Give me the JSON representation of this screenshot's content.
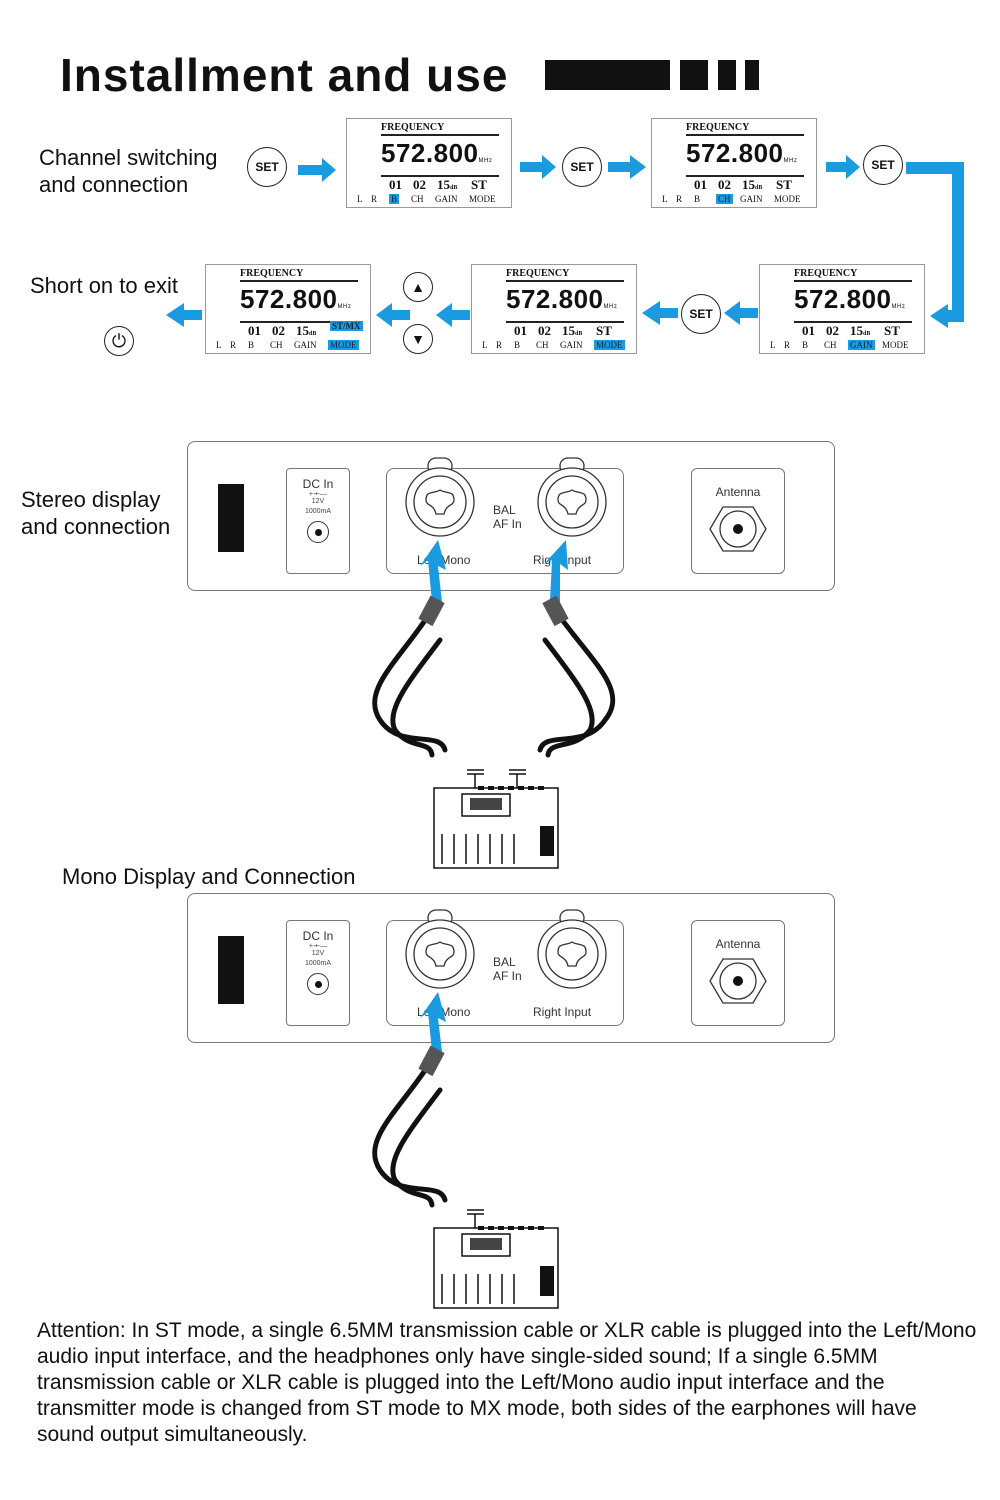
{
  "header": {
    "title": "Installment and use"
  },
  "flow": {
    "channel_label_1": "Channel switching",
    "channel_label_2": "and connection",
    "exit_label": "Short on to exit",
    "set_label": "SET",
    "up_icon": "▲",
    "down_icon": "▼",
    "power_icon": "⏻",
    "screens": [
      {
        "freq_label": "FREQUENCY",
        "freq": "572.800",
        "unit": "MHz",
        "v1": "01",
        "v2": "02",
        "v3": "15",
        "v3_unit": "dB",
        "v4": "ST",
        "k_l": "L",
        "k_r": "R",
        "k_b": "B",
        "k_ch": "CH",
        "k_gain": "GAIN",
        "k_mode": "MODE",
        "highlight": "B"
      },
      {
        "freq_label": "FREQUENCY",
        "freq": "572.800",
        "unit": "MHz",
        "v1": "01",
        "v2": "02",
        "v3": "15",
        "v3_unit": "dB",
        "v4": "ST",
        "k_l": "L",
        "k_r": "R",
        "k_b": "B",
        "k_ch": "CH",
        "k_gain": "GAIN",
        "k_mode": "MODE",
        "highlight": "CH"
      },
      {
        "freq_label": "FREQUENCY",
        "freq": "572.800",
        "unit": "MHz",
        "v1": "01",
        "v2": "02",
        "v3": "15",
        "v3_unit": "dB",
        "v4": "ST",
        "k_l": "L",
        "k_r": "R",
        "k_b": "B",
        "k_ch": "CH",
        "k_gain": "GAIN",
        "k_mode": "MODE",
        "highlight": "GAIN"
      },
      {
        "freq_label": "FREQUENCY",
        "freq": "572.800",
        "unit": "MHz",
        "v1": "01",
        "v2": "02",
        "v3": "15",
        "v3_unit": "dB",
        "v4": "ST",
        "k_l": "L",
        "k_r": "R",
        "k_b": "B",
        "k_ch": "CH",
        "k_gain": "GAIN",
        "k_mode": "MODE",
        "highlight": "MODE"
      },
      {
        "freq_label": "FREQUENCY",
        "freq": "572.800",
        "unit": "MHz",
        "v1": "01",
        "v2": "02",
        "v3": "15",
        "v3_unit": "dB",
        "v4": "ST/MX",
        "k_l": "L",
        "k_r": "R",
        "k_b": "B",
        "k_ch": "CH",
        "k_gain": "GAIN",
        "k_mode": "MODE",
        "highlight": "MODE"
      }
    ]
  },
  "stereo": {
    "label_1": "Stereo display",
    "label_2": "and connection"
  },
  "mono": {
    "label": "Mono Display and Connection"
  },
  "panel": {
    "dc_in": "DC In",
    "dc_polarity": "+-•-—",
    "dc_volt": "12V",
    "dc_current": "1000mA",
    "bal": "BAL",
    "af_in": "AF In",
    "left_input": "Left/Mono",
    "right_input": "Right Input",
    "antenna": "Antenna"
  },
  "note": {
    "text": "Attention: In ST mode, a single 6.5MM transmission cable or XLR cable is plugged into the Left/Mono audio input interface, and the headphones only have single-sided sound; If a single 6.5MM transmission cable or XLR cable is plugged into the Left/Mono audio input interface and the transmitter mode is changed from ST mode to MX mode, both sides of the earphones will have sound output simultaneously."
  },
  "colors": {
    "accent": "#1a9be0"
  }
}
